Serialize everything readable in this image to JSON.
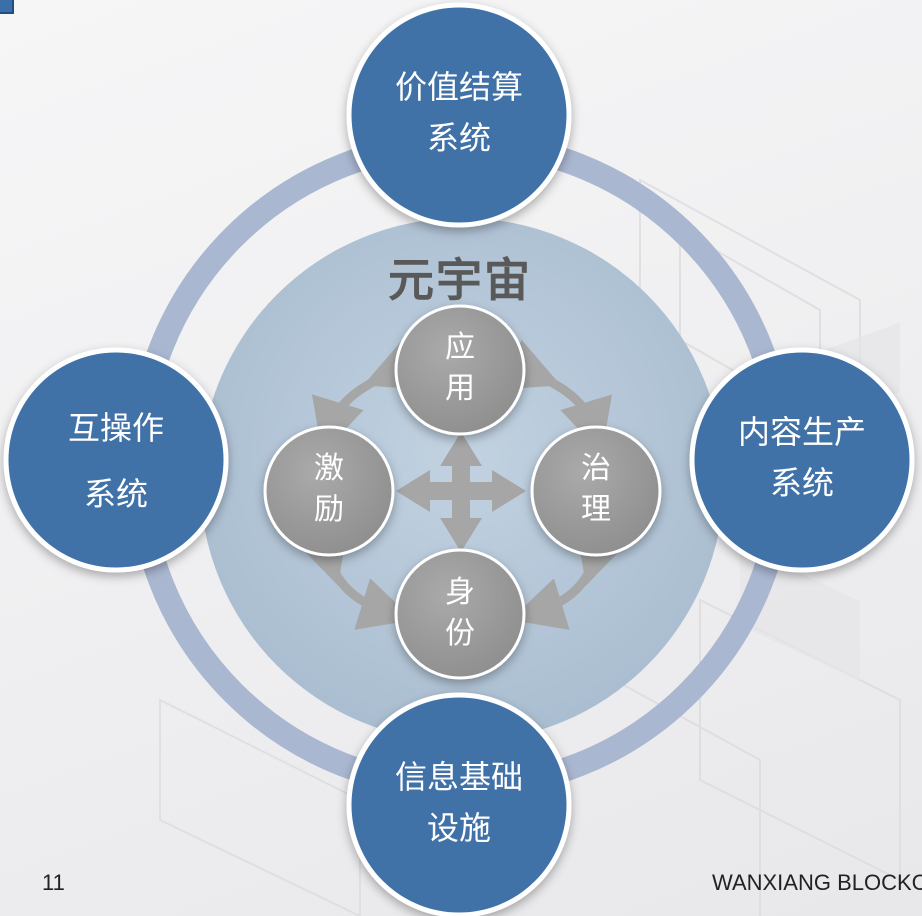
{
  "diagram": {
    "center_title": "元宇宙",
    "outer_nodes": {
      "top": [
        "价值结算",
        "系统"
      ],
      "right": [
        "内容生产",
        "系统"
      ],
      "bottom": [
        "信息基础",
        "设施"
      ],
      "left": [
        "互操作",
        "系统"
      ]
    },
    "inner_nodes": {
      "top": [
        "应",
        "用"
      ],
      "right": [
        "治",
        "理"
      ],
      "bottom": [
        "身",
        "份"
      ],
      "left": [
        "激",
        "励"
      ]
    }
  },
  "footer": {
    "slide_number": "11",
    "brand": "WANXIANG BLOCKCHAIN"
  },
  "colors": {
    "outer_node": "#3f72a8",
    "ring": "#a9b7d2",
    "center_disc": "#b5c7d8",
    "inner_node": "#9a9a9a",
    "arrow": "#a6a6a6",
    "title": "#595959"
  }
}
